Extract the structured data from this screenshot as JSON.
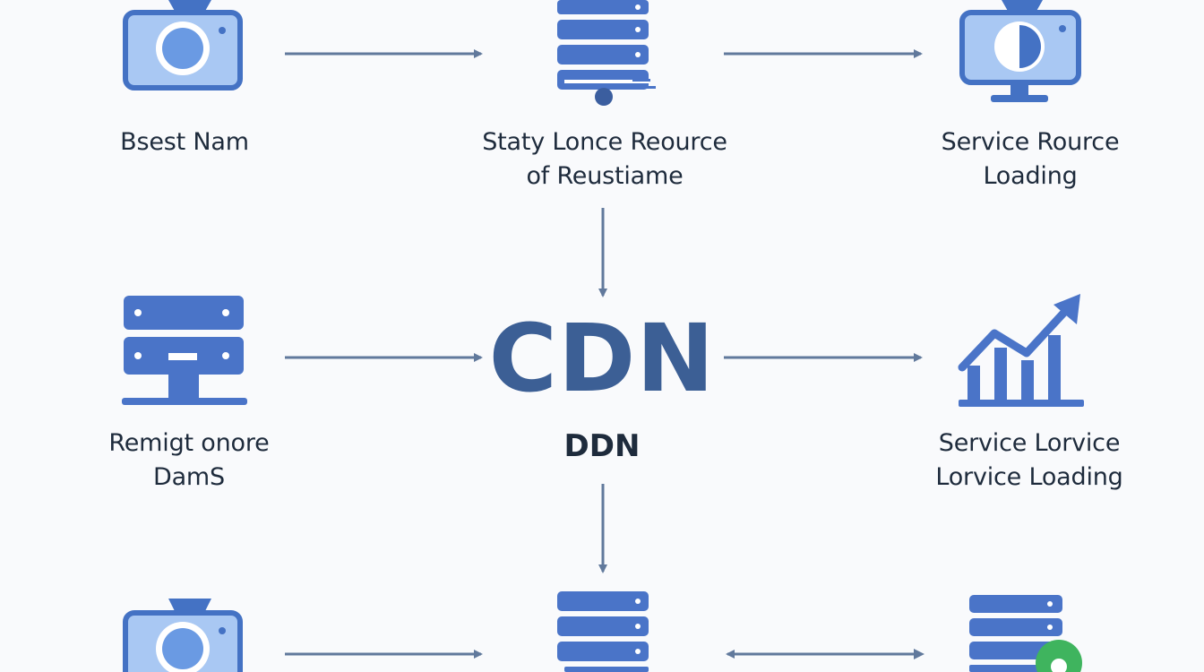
{
  "diagram": {
    "center": {
      "title": "CDN",
      "subtitle": "DDN"
    },
    "nodes": {
      "top_left": {
        "label": [
          "Bsest Nam"
        ],
        "icon": "camera-icon"
      },
      "top_center": {
        "label": [
          "Staty Lonce Reource",
          "of Reustiame"
        ],
        "icon": "server-rack-icon"
      },
      "top_right": {
        "label": [
          "Service Rource",
          "Loading"
        ],
        "icon": "monitor-camera-icon"
      },
      "mid_left": {
        "label": [
          "Remigt onore",
          "DamS"
        ],
        "icon": "server-stand-icon"
      },
      "mid_right": {
        "label": [
          "Service Lorvice",
          "Lorvice Loading"
        ],
        "icon": "growth-chart-icon"
      },
      "bottom_left": {
        "icon": "camera-icon"
      },
      "bottom_center": {
        "icon": "server-rack-icon"
      },
      "bottom_right": {
        "icon": "server-status-icon"
      }
    },
    "colors": {
      "icon_fill": "#a9c8f3",
      "icon_stroke": "#4472c4",
      "server_blue": "#4a74c8",
      "arrow": "#61799c",
      "title": "#3c5f95",
      "text": "#1e2b3c",
      "status_green": "#3fb45e"
    }
  }
}
